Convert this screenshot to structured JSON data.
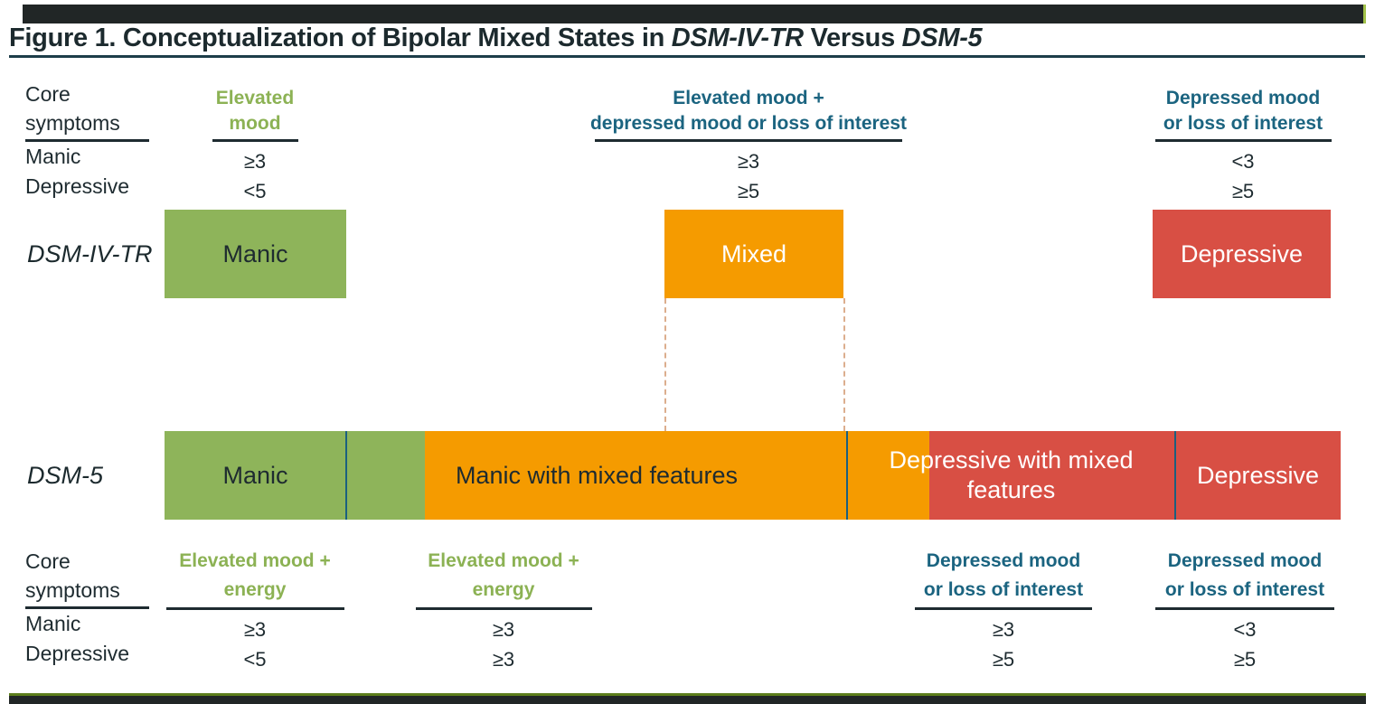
{
  "title": {
    "part1": "Figure 1. Conceptualization of Bipolar Mixed States in ",
    "italic1": "DSM-IV-TR",
    "part2": " Versus ",
    "italic2": "DSM-5"
  },
  "criteria_top": {
    "row_header": {
      "line1": "Core",
      "line2": "symptoms",
      "manic_label": "Manic",
      "depressive_label": "Depressive"
    },
    "columns": [
      {
        "header_line1": "Elevated",
        "header_line2": "mood",
        "manic": "≥3",
        "depressive": "<5"
      },
      {
        "header_line1": "Elevated mood +",
        "header_line2": "depressed mood or loss of interest",
        "manic": "≥3",
        "depressive": "≥5"
      },
      {
        "header_line1": "Depressed mood",
        "header_line2": "or loss of interest",
        "manic": "<3",
        "depressive": "≥5"
      }
    ]
  },
  "dsm_iv_tr": {
    "label": "DSM-IV-TR",
    "boxes": [
      {
        "label": "Manic"
      },
      {
        "label": "Mixed"
      },
      {
        "label": "Depressive"
      }
    ]
  },
  "dsm_5": {
    "label": "DSM-5",
    "segments": [
      {
        "label": "Manic"
      },
      {
        "label": "Manic with mixed features"
      },
      {
        "label": "Depressive with mixed features"
      },
      {
        "label": "Depressive"
      }
    ]
  },
  "criteria_bottom": {
    "row_header": {
      "line1": "Core",
      "line2": "symptoms",
      "manic_label": "Manic",
      "depressive_label": "Depressive"
    },
    "columns": [
      {
        "header_line1": "Elevated mood +",
        "header_line2": "energy",
        "manic": "≥3",
        "depressive": "<5"
      },
      {
        "header_line1": "Elevated mood +",
        "header_line2": "energy",
        "manic": "≥3",
        "depressive": "≥3"
      },
      {
        "header_line1": "Depressed mood",
        "header_line2": "or loss of interest",
        "manic": "≥3",
        "depressive": "≥5"
      },
      {
        "header_line1": "Depressed mood",
        "header_line2": "or loss of interest",
        "manic": "<3",
        "depressive": "≥5"
      }
    ]
  },
  "colors": {
    "green": "#8eb45a",
    "orange": "#f59b00",
    "red": "#d84f44",
    "teal_header_text": "#1b6480",
    "green_header_text": "#8cb254",
    "dark_text": "#1e2b30",
    "teal_divider": "#1b607f",
    "dashed_connector": "#dcae8e",
    "accent_bar_dark": "#212626",
    "accent_bar_green": "#5c7e1c"
  }
}
